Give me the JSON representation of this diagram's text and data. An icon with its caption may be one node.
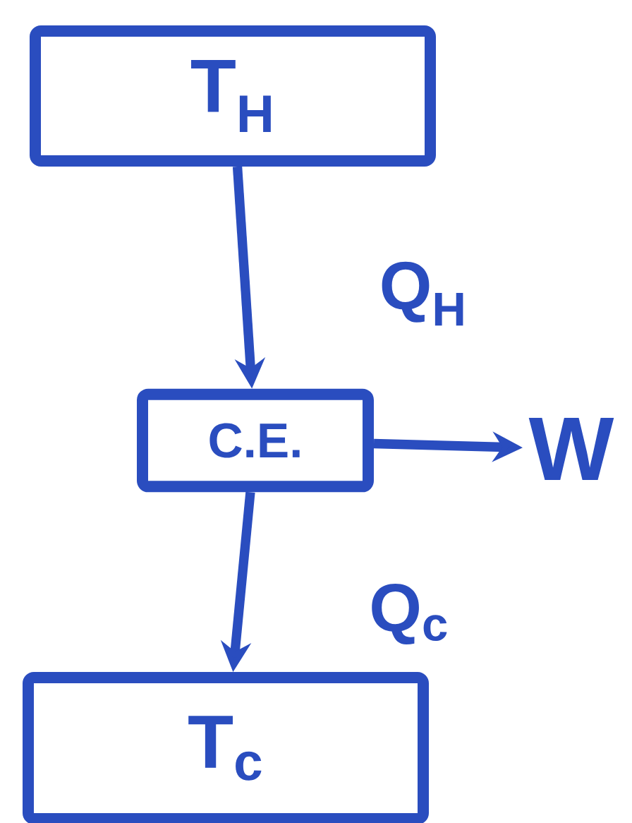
{
  "diagram": {
    "nodes": [
      {
        "text": [
          "T$_{H}$"
        ]
      },
      {
        "text": [
          "C.E."
        ]
      },
      {
        "text": [
          "T$_{c}$"
        ]
      },
      {
        "text": [
          "W"
        ]
      }
    ],
    "edges": [
      {
        "from": 0,
        "to": 1,
        "arrow": "to",
        "label": "Q$_{H}$"
      },
      {
        "from": 1,
        "to": 3,
        "arrow": "to"
      },
      {
        "from": 1,
        "to": 2,
        "arrow": "to",
        "label": "Q$_{c}$"
      }
    ]
  }
}
